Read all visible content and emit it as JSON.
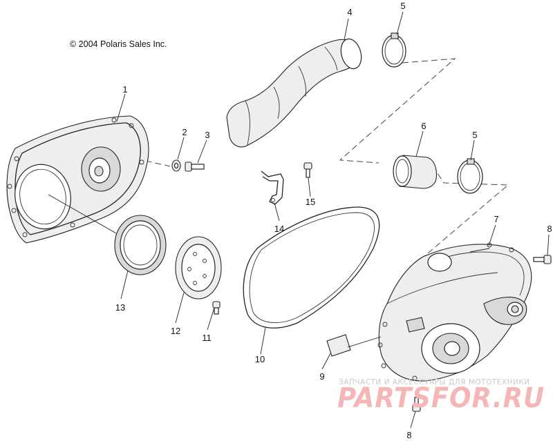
{
  "copyright": "© 2004 Polaris Sales Inc.",
  "watermark": {
    "tagline": "ЗАПЧАСТИ И АКСЕССУАРЫ ДЛЯ МОТОТЕХНИКИ",
    "brand": "PARTSFOR.RU"
  },
  "callouts": {
    "c1": "1",
    "c2": "2",
    "c3": "3",
    "c4": "4",
    "c5a": "5",
    "c5b": "5",
    "c6": "6",
    "c7": "7",
    "c8a": "8",
    "c8b": "8",
    "c9": "9",
    "c10": "10",
    "c11": "11",
    "c12": "12",
    "c13": "13",
    "c14": "14",
    "c15": "15"
  },
  "colors": {
    "line": "#222222",
    "watermark_red": "#f4b6b6",
    "watermark_gray": "#c9c9c9"
  }
}
